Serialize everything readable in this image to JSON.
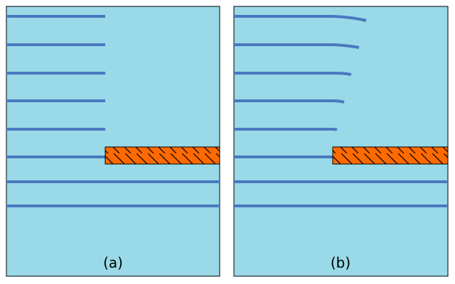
{
  "colors": {
    "background": "#9ad9e7",
    "line": "#4a78c0",
    "plate_fill": "#ff6a00",
    "plate_hatch": "#000000",
    "border": "#000000"
  },
  "panels": [
    {
      "id": "a",
      "label": "(a)",
      "variant": "straight"
    },
    {
      "id": "b",
      "label": "(b)",
      "variant": "curved"
    }
  ]
}
